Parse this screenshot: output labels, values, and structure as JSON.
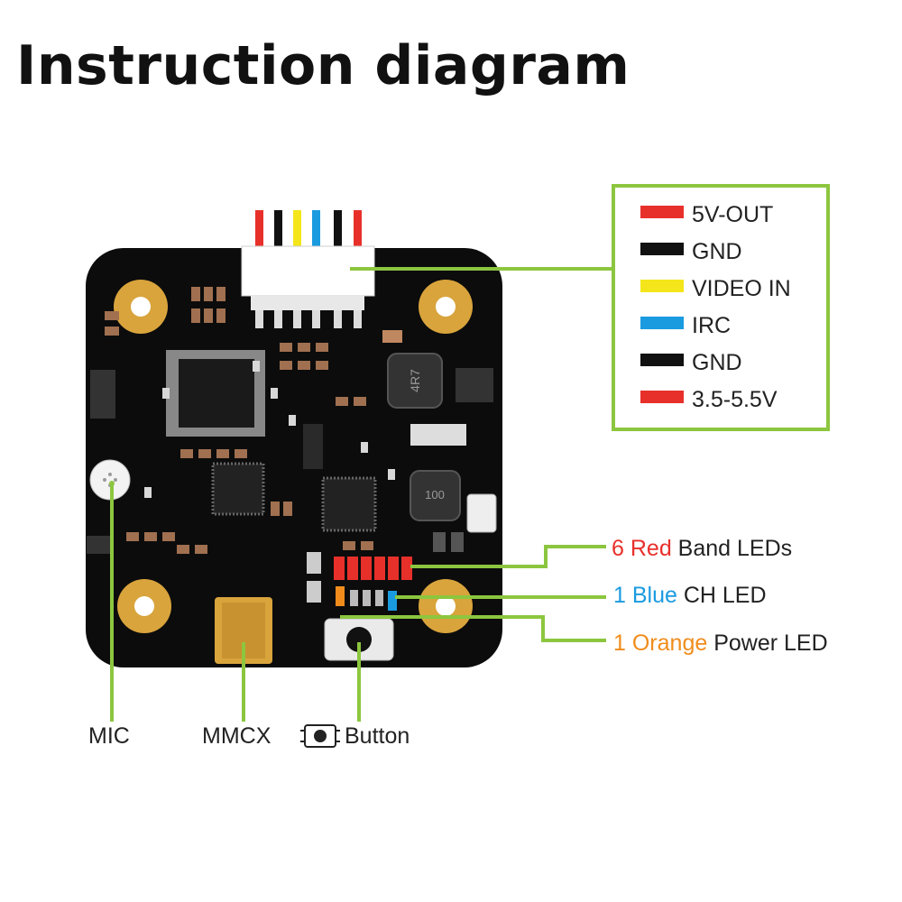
{
  "title": "Instruction diagram",
  "colors": {
    "accent_green": "#8cc63f",
    "red": "#e8302b",
    "black": "#111111",
    "yellow": "#f4e61a",
    "blue": "#1a9be0",
    "orange": "#f08c1c",
    "gold": "#d9a43c",
    "pcb": "#0c0c0c"
  },
  "pinout": [
    {
      "label": "5V-OUT",
      "color": "#e8302b"
    },
    {
      "label": "GND",
      "color": "#111111"
    },
    {
      "label": "VIDEO IN",
      "color": "#f4e61a"
    },
    {
      "label": "IRC",
      "color": "#1a9be0"
    },
    {
      "label": "GND",
      "color": "#111111"
    },
    {
      "label": "3.5-5.5V",
      "color": "#e8302b"
    }
  ],
  "inductor_marks": {
    "top": "4R7",
    "bottom": "100"
  },
  "leds": {
    "red": {
      "count": "6",
      "color_name": "Red",
      "rest": " Band LEDs"
    },
    "blue": {
      "count": "1",
      "color_name": "Blue",
      "rest": " CH LED"
    },
    "orange": {
      "count": "1",
      "color_name": "Orange",
      "rest": " Power LED"
    }
  },
  "bottom_labels": {
    "mic": "MIC",
    "mmcx": "MMCX",
    "button": "Button"
  }
}
